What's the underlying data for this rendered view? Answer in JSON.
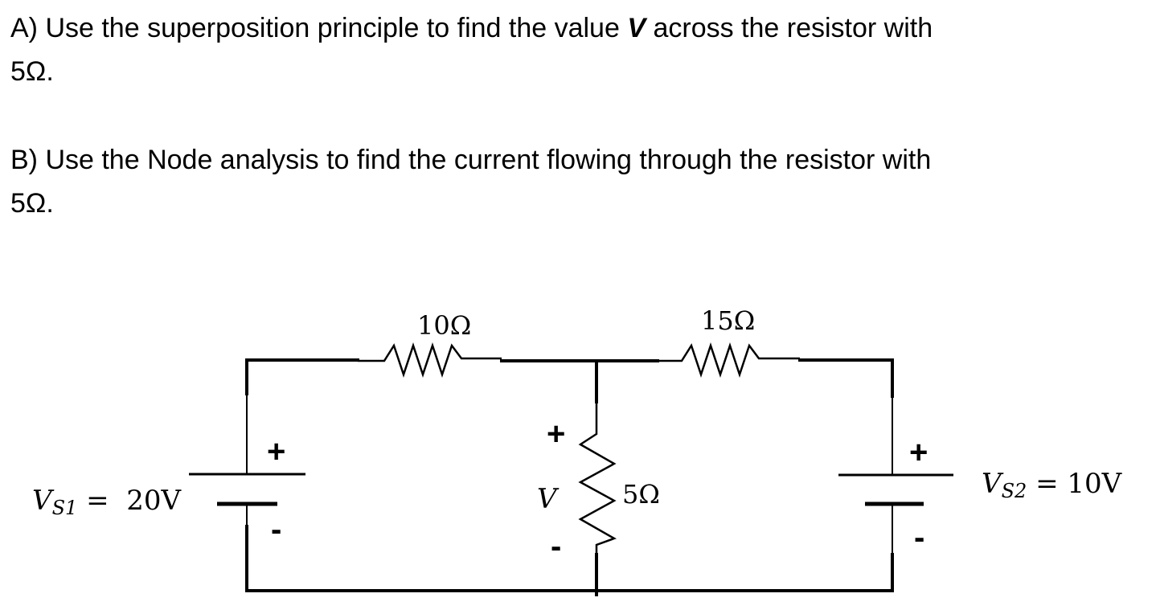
{
  "questions": {
    "a": {
      "prefix": "A) Use the superposition principle to find the value ",
      "var": "V",
      "suffix": " across the resistor with",
      "line2": "5Ω."
    },
    "b": {
      "line1": "B) Use the Node analysis to find the current flowing through the resistor with",
      "line2": "5Ω."
    }
  },
  "circuit": {
    "r1": "10Ω",
    "r2": "15Ω",
    "r3": "5Ω",
    "vs1_sym": "V",
    "vs1_sub": "S1",
    "vs1_val": " =  20V",
    "vs2_sym": "V",
    "vs2_sub": "S2",
    "vs2_val": " = 10V",
    "v_label": "V",
    "plus": "+",
    "minus": "-"
  }
}
